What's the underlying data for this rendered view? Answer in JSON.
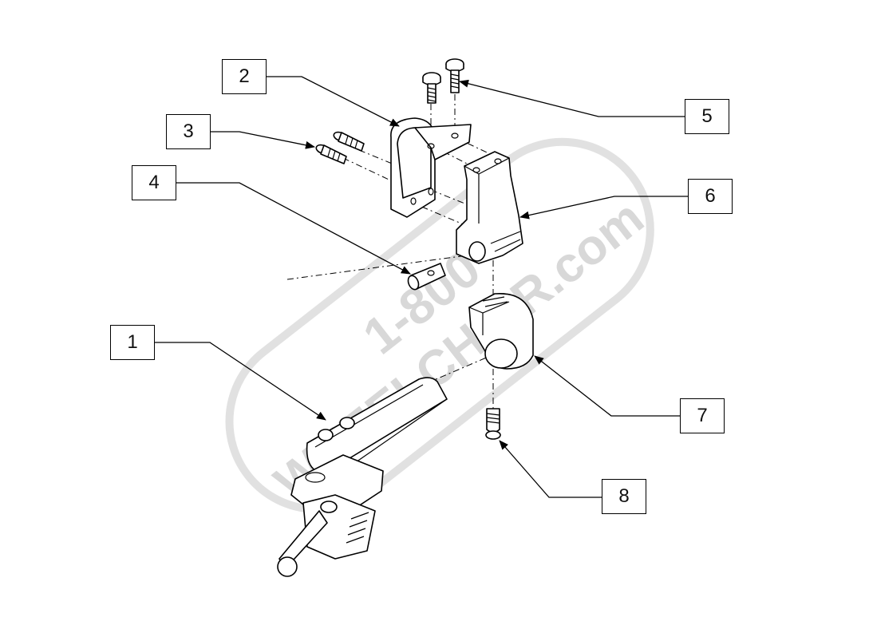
{
  "callouts": {
    "c1": "1",
    "c2": "2",
    "c3": "3",
    "c4": "4",
    "c5": "5",
    "c6": "6",
    "c7": "7",
    "c8": "8"
  },
  "watermark": {
    "line1": "1-800",
    "line2": "WHEELCHAIR.com"
  },
  "colors": {
    "line": "#000000",
    "watermark": "#c8c8c8"
  }
}
